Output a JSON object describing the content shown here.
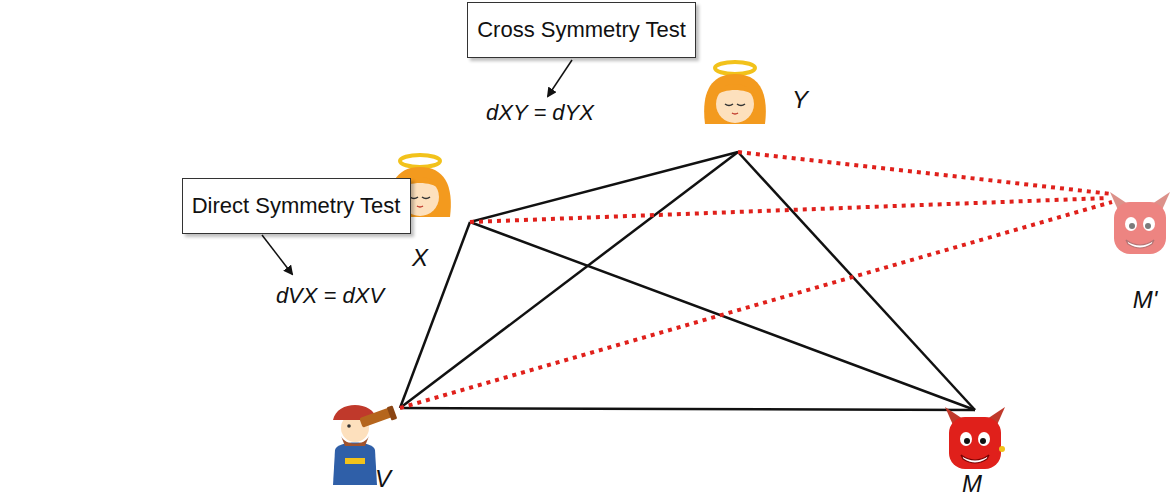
{
  "diagram": {
    "nodes": [
      {
        "text": [
          "Cross Symmetry Test"
        ]
      },
      {
        "text": [
          "Direct Symmetry Test"
        ]
      }
    ],
    "labels": [
      "dXY = dYX",
      "dVX = dXV",
      "X",
      "Y",
      "V",
      "M",
      "M'"
    ]
  }
}
